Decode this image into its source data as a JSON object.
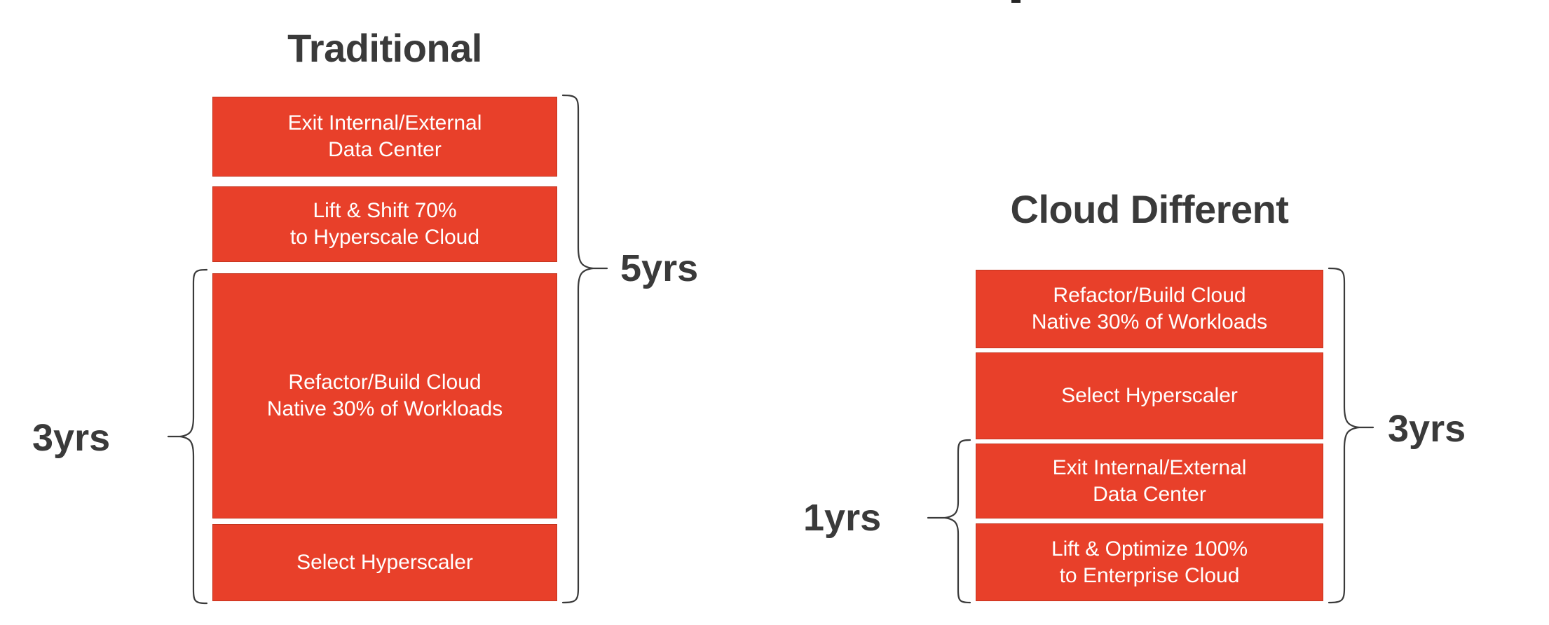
{
  "diagram": {
    "type": "comparison-timeline",
    "background_color": "#ffffff",
    "box_color": "#E8402A",
    "text_color": "#3a3a3a",
    "box_text_color": "#ffffff"
  },
  "columns": [
    {
      "id": "traditional",
      "title": "Traditional",
      "total_duration": "5yrs",
      "partial_duration": "3yrs",
      "boxes": [
        {
          "label": "Exit Internal/External\nData Center"
        },
        {
          "label": "Lift & Shift 70%\nto Hyperscale Cloud"
        },
        {
          "label": "Refactor/Build Cloud\nNative 30% of Workloads"
        },
        {
          "label": "Select Hyperscaler"
        }
      ]
    },
    {
      "id": "cloud-different",
      "title": "Cloud Different",
      "total_duration": "3yrs",
      "partial_duration": "1yrs",
      "boxes": [
        {
          "label": "Refactor/Build Cloud\nNative 30% of Workloads"
        },
        {
          "label": "Select Hyperscaler"
        },
        {
          "label": "Exit Internal/External\nData Center"
        },
        {
          "label": "Lift & Optimize 100%\nto Enterprise Cloud"
        }
      ]
    }
  ]
}
